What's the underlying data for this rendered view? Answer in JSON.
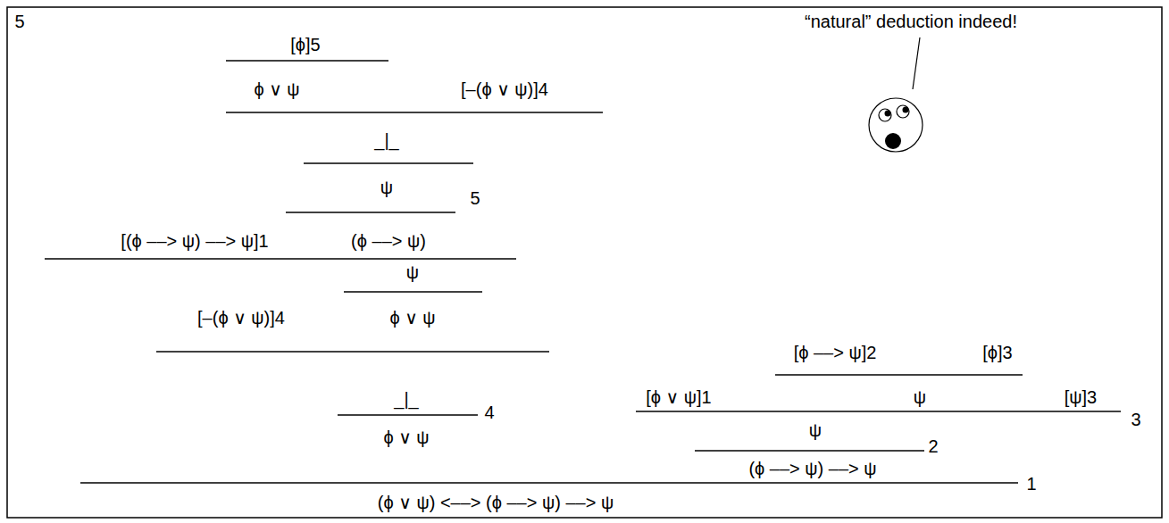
{
  "diagram": {
    "labels": [
      "5",
      "[ϕ]5",
      "ϕ ∨ ψ",
      "[–(ϕ ∨ ψ)]4",
      "_|_",
      "ψ",
      "(ϕ ––> ψ)",
      "5",
      "[(ϕ ––> ψ) ––> ψ]1",
      "ψ",
      "[–(ϕ ∨ ψ)]4",
      "ϕ ∨ ψ",
      "_|_",
      "4",
      "ϕ ∨ ψ",
      "“natural” deduction indeed!",
      "[ϕ ––> ψ]2",
      "[ϕ]3",
      "[ϕ ∨ ψ]1",
      "ψ",
      "[ψ]3",
      "3",
      "ψ",
      "2",
      "(ϕ ––> ψ) ––> ψ",
      "1",
      "(ϕ ∨ ψ) <––> (ϕ ––> ψ) ––> ψ"
    ]
  }
}
